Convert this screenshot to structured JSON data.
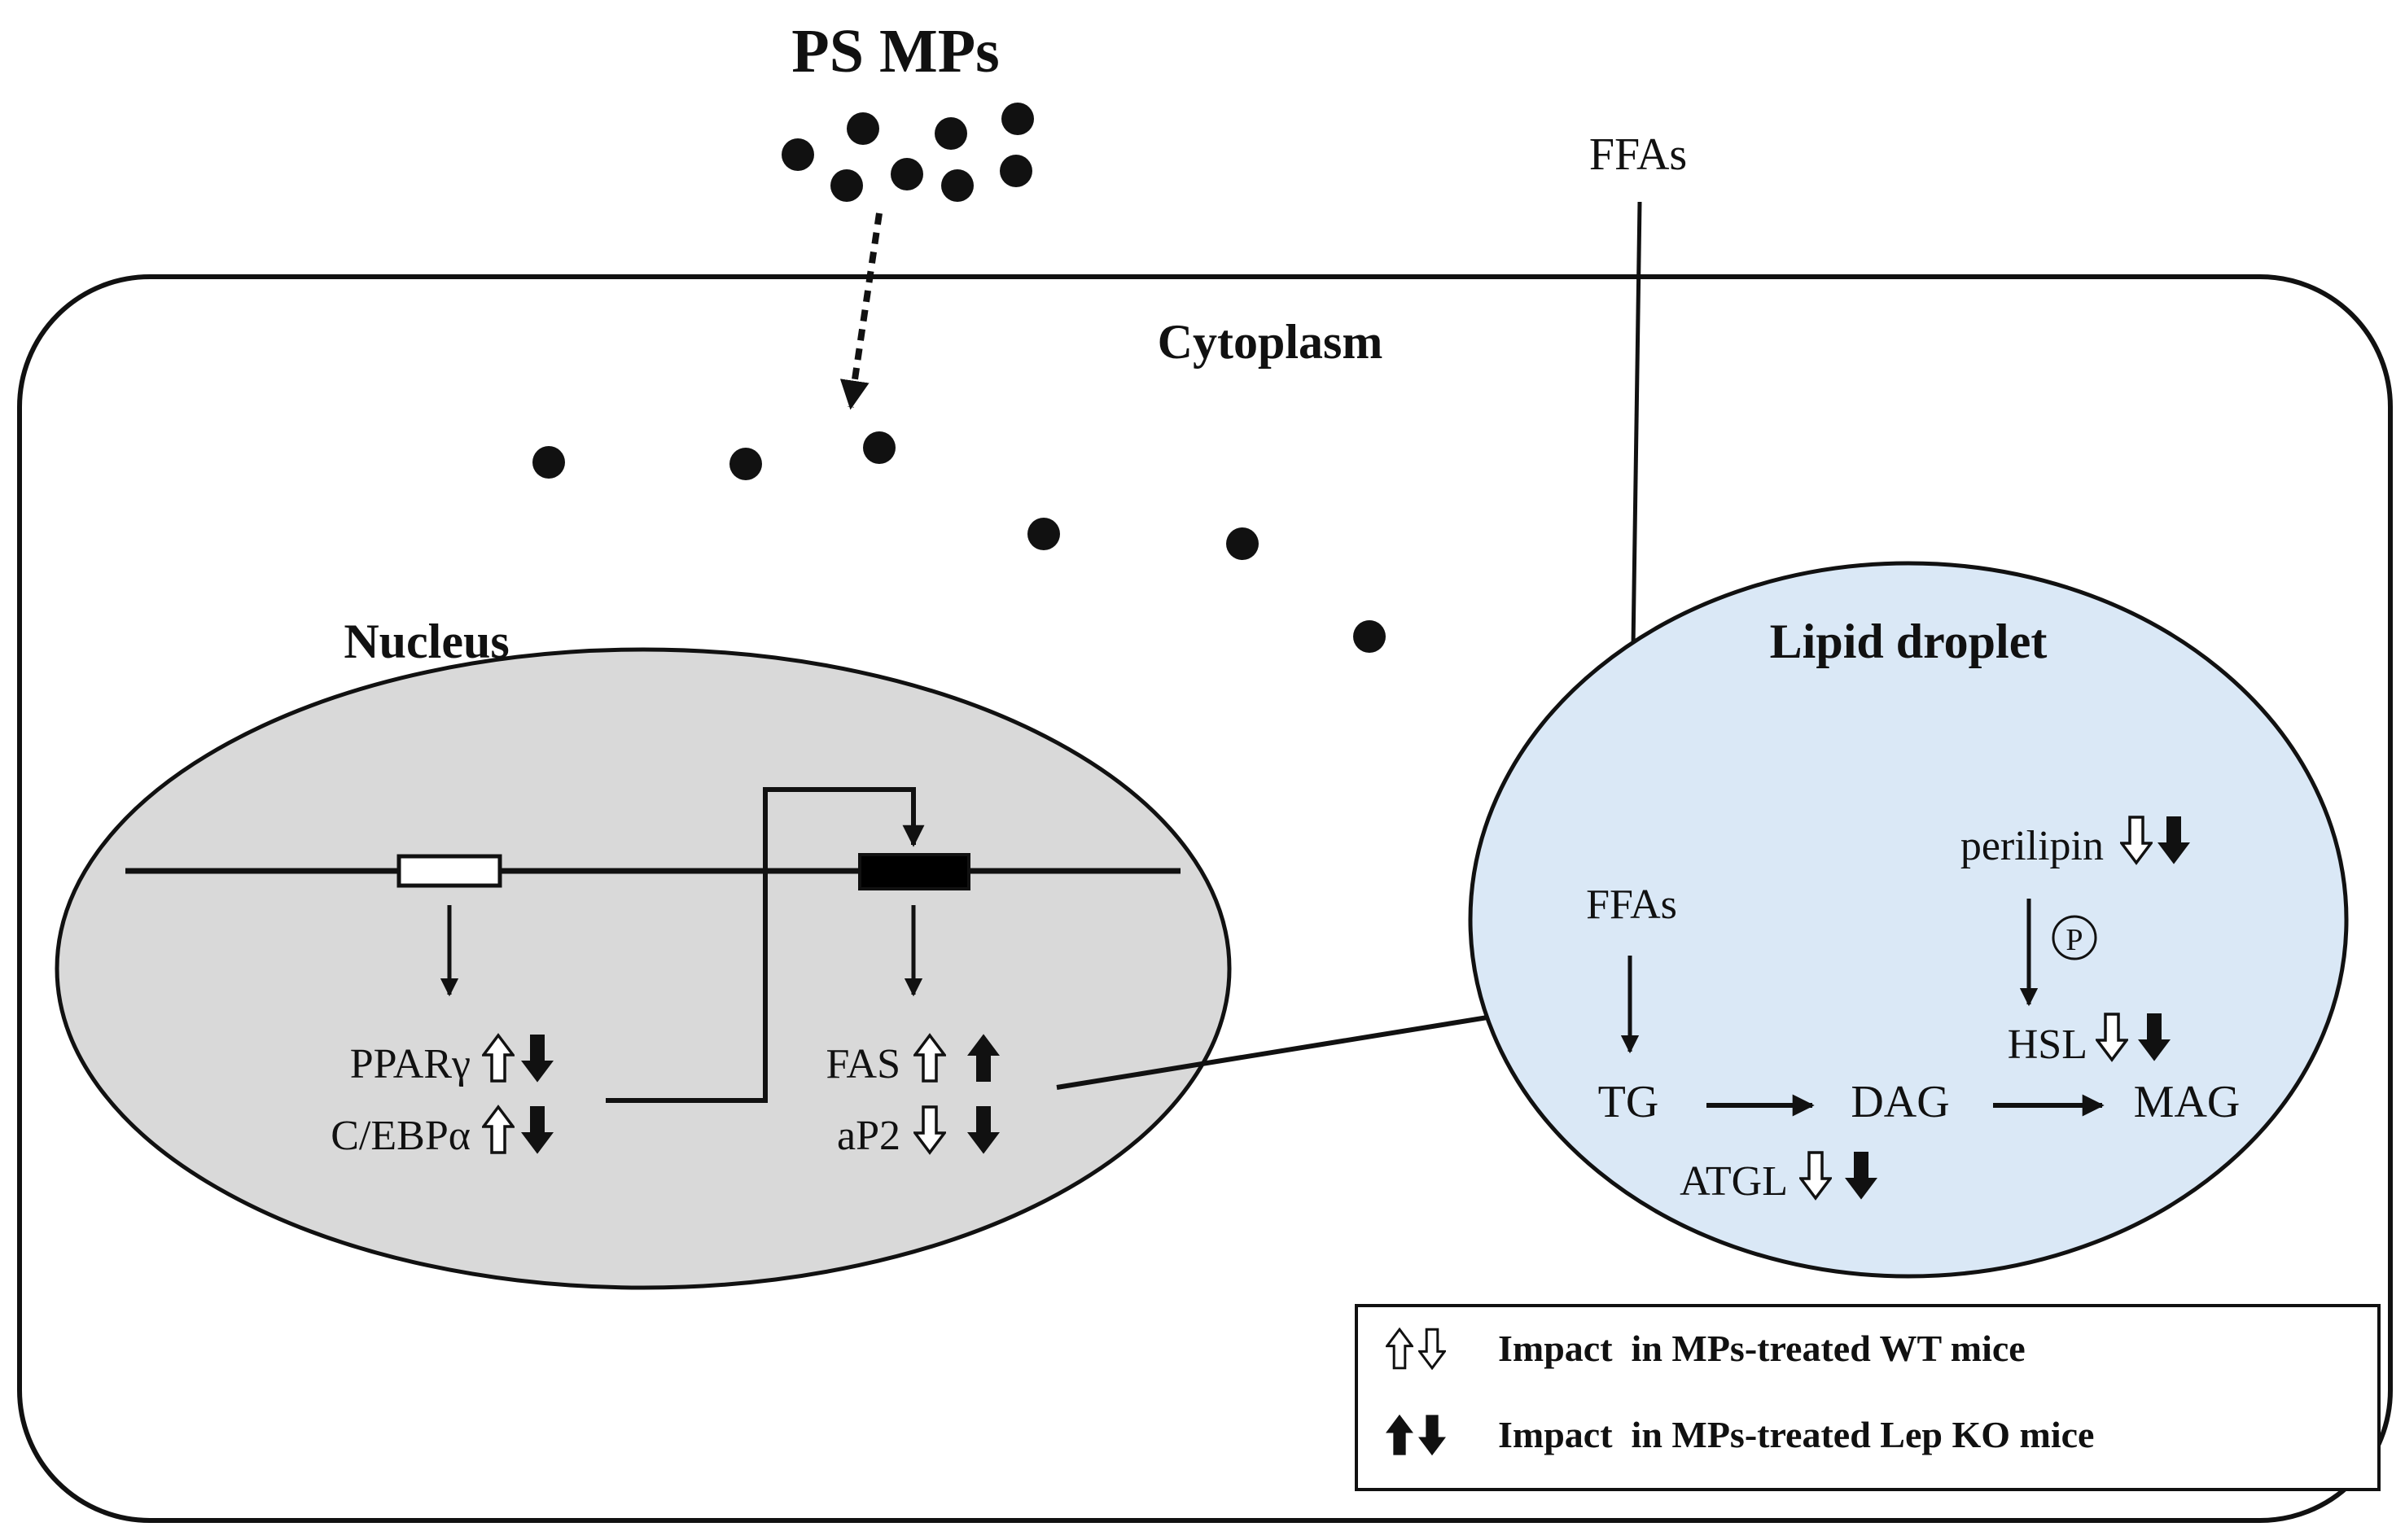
{
  "labels": {
    "source": "PS MPs",
    "ffas_outside": "FFAs",
    "cytoplasm": "Cytoplasm",
    "nucleus": "Nucleus",
    "lipid_droplet": "Lipid droplet"
  },
  "nucleus_genes": {
    "pparg": "PPARγ",
    "cebpa": "C/EBPα",
    "fas": "FAS",
    "ap2": "aP2"
  },
  "lipid_droplet": {
    "ffas": "FFAs",
    "tg": "TG",
    "dag": "DAG",
    "mag": "MAG",
    "atgl": "ATGL",
    "perilipin": "perilipin",
    "hsl": "HSL",
    "phospho": "P"
  },
  "effects": {
    "pparg": {
      "wt": "up",
      "lep_ko": "down"
    },
    "cebpa": {
      "wt": "up",
      "lep_ko": "down"
    },
    "fas": {
      "wt": "up",
      "lep_ko": "up"
    },
    "ap2": {
      "wt": "down",
      "lep_ko": "down"
    },
    "perilipin": {
      "wt": "down",
      "lep_ko": "down"
    },
    "hsl": {
      "wt": "down",
      "lep_ko": "down"
    },
    "atgl": {
      "wt": "down",
      "lep_ko": "down"
    }
  },
  "legend": {
    "wt": "Impact  in MPs-treated WT mice",
    "lep_ko": "Impact  in MPs-treated Lep KO mice"
  },
  "colors": {
    "nucleus_fill": "#d9d9d9",
    "lipid_droplet_fill": "#dae8f6",
    "stroke": "#111111"
  }
}
